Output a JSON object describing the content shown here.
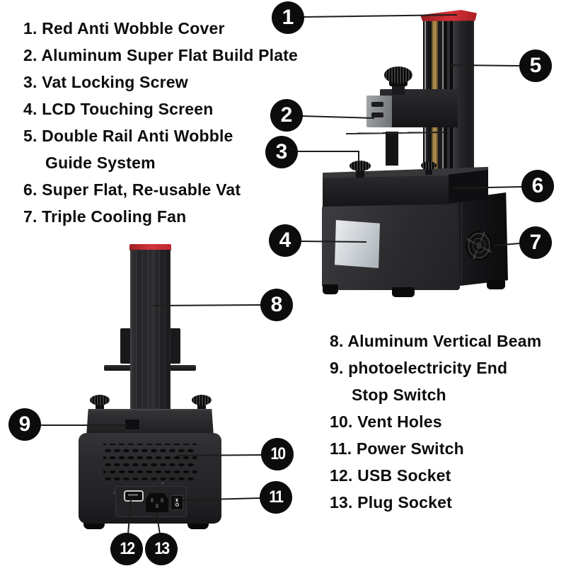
{
  "title": "LCD resin 3D printer parts diagram",
  "colors": {
    "background": "#ffffff",
    "text": "#0d0d0d",
    "balloon_bg": "#0c0c0c",
    "balloon_text": "#ffffff",
    "leader_line": "#1c1c1c",
    "accent_red": "#c2272d"
  },
  "parts_list_left": {
    "items": [
      {
        "label": "1. Red Anti Wobble Cover"
      },
      {
        "label": "2. Aluminum Super Flat Build Plate"
      },
      {
        "label": "3. Vat Locking Screw"
      },
      {
        "label": "4. LCD Touching Screen"
      },
      {
        "label": "5. Double Rail Anti Wobble",
        "label2": "Guide System"
      },
      {
        "label": "6. Super Flat, Re-usable Vat"
      },
      {
        "label": "7. Triple Cooling Fan"
      }
    ]
  },
  "parts_list_right": {
    "items": [
      {
        "label": "8. Aluminum Vertical Beam"
      },
      {
        "label": "9. photoelectricity End",
        "label2": "Stop Switch"
      },
      {
        "label": "10. Vent Holes"
      },
      {
        "label": "11. Power Switch"
      },
      {
        "label": "12. USB Socket"
      },
      {
        "label": "13. Plug Socket"
      }
    ]
  },
  "balloons": [
    {
      "num": "1"
    },
    {
      "num": "2"
    },
    {
      "num": "3"
    },
    {
      "num": "4"
    },
    {
      "num": "5"
    },
    {
      "num": "6"
    },
    {
      "num": "7"
    },
    {
      "num": "8"
    },
    {
      "num": "9"
    },
    {
      "num": "10"
    },
    {
      "num": "11"
    },
    {
      "num": "12"
    },
    {
      "num": "13"
    }
  ]
}
